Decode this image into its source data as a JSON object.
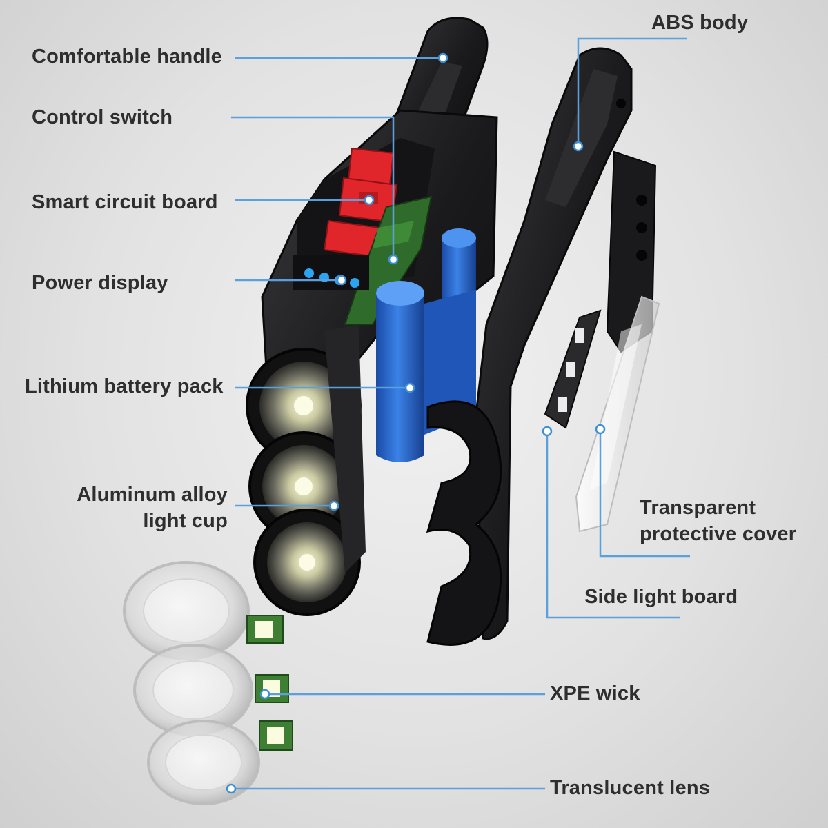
{
  "labels": {
    "comfortable_handle": "Comfortable handle",
    "control_switch": "Control switch",
    "smart_circuit_board": "Smart circuit board",
    "power_display": "Power display",
    "lithium_battery_pack": "Lithium battery pack",
    "aluminum_alloy_line1": "Aluminum alloy",
    "aluminum_alloy_line2": "light cup",
    "abs_body": "ABS body",
    "transparent_cover_line1": "Transparent",
    "transparent_cover_line2": "protective cover",
    "side_light_board": "Side light board",
    "xpe_wick": "XPE wick",
    "translucent_lens": "Translucent lens"
  },
  "colors": {
    "leader_line": "#3d8fd6",
    "body": "#1c1c1e",
    "battery": "#2c6fd0",
    "switch": "#e0252b",
    "pcb": "#2f6b2a",
    "text": "#2e2e2e"
  }
}
